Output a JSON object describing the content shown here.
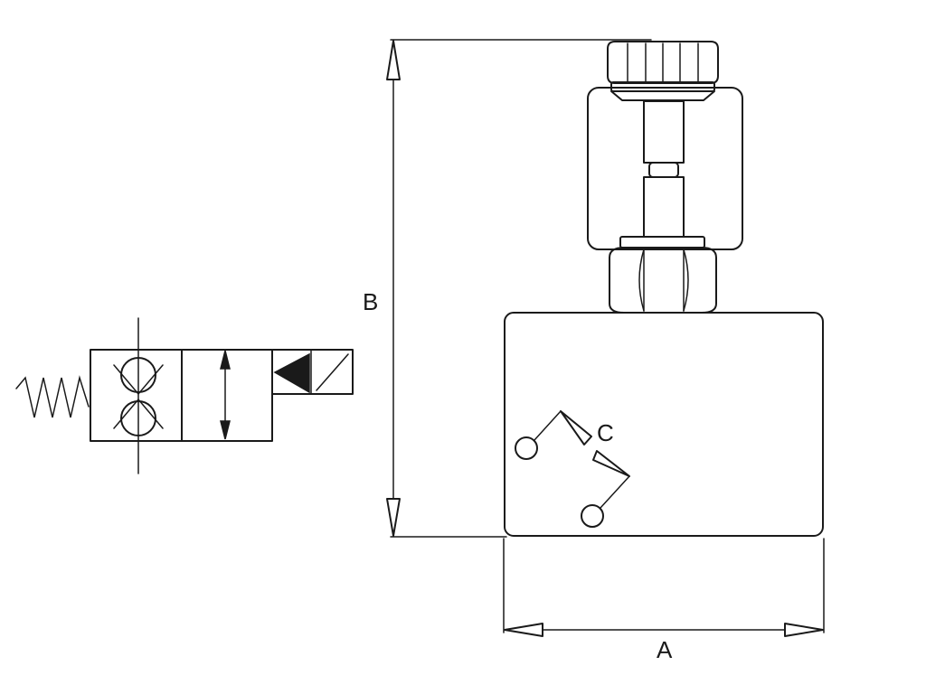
{
  "dimensions": {
    "width_label": "A",
    "height_label": "B",
    "port_label": "C"
  },
  "colors": {
    "line": "#1a1a1a",
    "background": "#ffffff"
  }
}
